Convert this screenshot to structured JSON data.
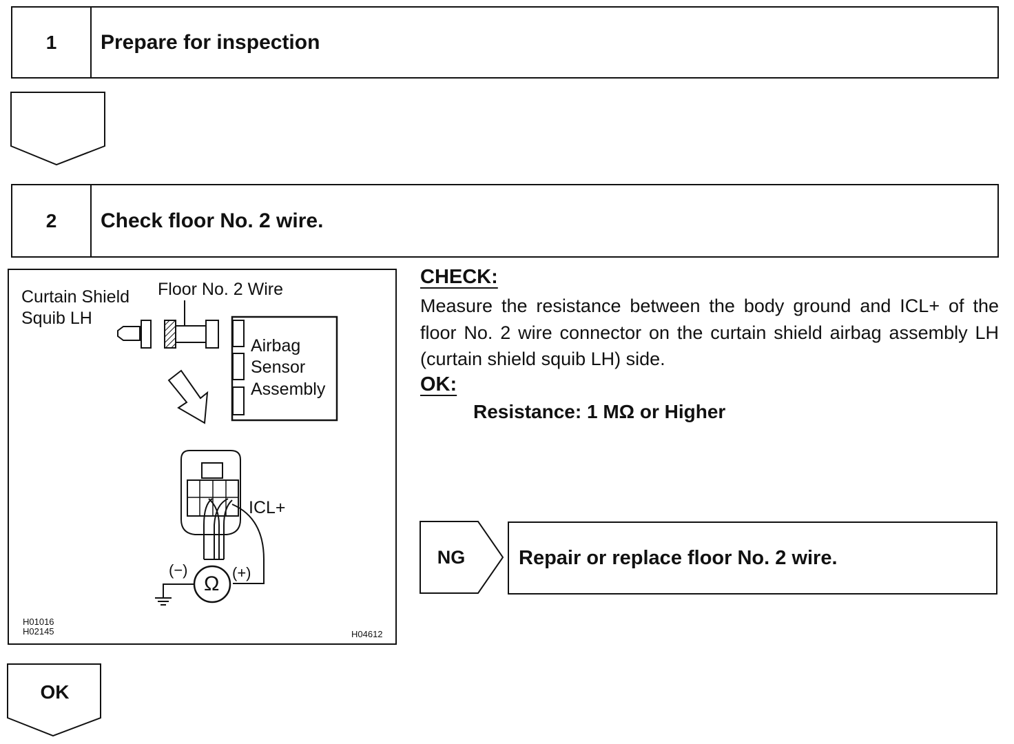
{
  "steps": [
    {
      "number": "1",
      "title": "Prepare for inspection"
    },
    {
      "number": "2",
      "title": "Check floor No. 2 wire."
    }
  ],
  "figure": {
    "labels": {
      "curtain_shield_line1": "Curtain Shield",
      "curtain_shield_line2": "Squib LH",
      "floor_wire": "Floor No. 2 Wire",
      "sensor_line1": "Airbag",
      "sensor_line2": "Sensor",
      "sensor_line3": "Assembly",
      "icl_plus": "ICL+",
      "minus": "(−)",
      "plus": "(+)",
      "ohm": "Ω"
    },
    "codes": {
      "code1": "H01016",
      "code2": "H02145",
      "code3": "H04612"
    },
    "icons": [
      "curtain-shield-squib-connector-icon",
      "floor-wire-connector-icon",
      "airbag-sensor-assembly-icon",
      "direction-arrow-icon",
      "connector-terminal-icon",
      "ohmmeter-icon",
      "ground-symbol-icon"
    ]
  },
  "check": {
    "heading": "CHECK:",
    "body": "Measure the resistance between the body ground and ICL+ of the floor No. 2 wire connector on the curtain shield airbag assembly LH (curtain shield squib LH) side."
  },
  "ok_spec": {
    "heading": "OK:",
    "spec": "Resistance: 1 MΩ or Higher"
  },
  "result_ng": {
    "label": "NG",
    "action": "Repair or replace floor No. 2 wire."
  },
  "result_ok": {
    "label": "OK"
  }
}
